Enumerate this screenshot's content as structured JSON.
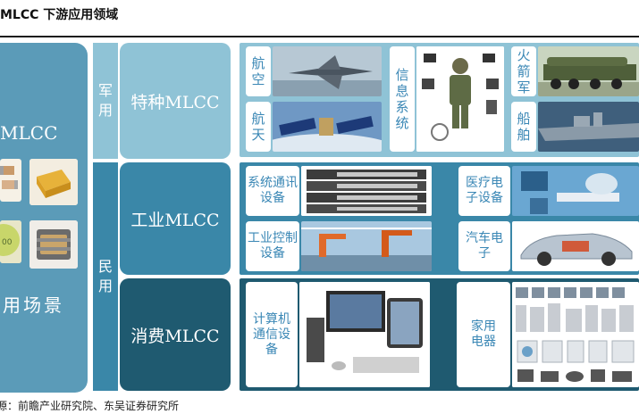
{
  "title": "MLCC 下游应用领域",
  "left": {
    "top_label": "MLCC",
    "bottom_label": "应用场景"
  },
  "military": {
    "side_label": "军用",
    "center_label": "特种MLCC"
  },
  "civil": {
    "side_label": "民用"
  },
  "industrial": {
    "center_label": "工业MLCC"
  },
  "consumer": {
    "center_label": "消费MLCC"
  },
  "military_apps": {
    "aviation": "航空",
    "aerospace": "航天",
    "info_system": "信息系统",
    "rocket_army": "火箭军",
    "ship": "船舶"
  },
  "industrial_apps": {
    "telecom": "系统通讯设备",
    "medical": "医疗电子设备",
    "industrial_control": "工业控制设备",
    "automotive": "汽车电子"
  },
  "consumer_apps": {
    "computing": "计算机通信设备",
    "appliances": "家用电器"
  },
  "source": "源：前瞻产业研究院、东吴证券研究所",
  "colors": {
    "military": "#8fc3d6",
    "industrial": "#3a87a8",
    "consumer": "#1f5a70",
    "left_column": "#5b9bb8",
    "label_text": "#3a87b5"
  }
}
